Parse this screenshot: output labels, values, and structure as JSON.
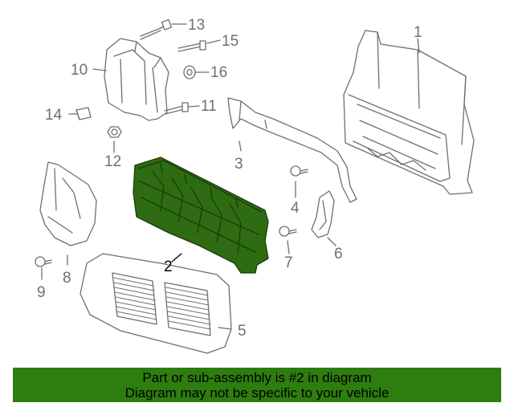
{
  "callouts": {
    "c1": "1",
    "c2": "2",
    "c3": "3",
    "c4": "4",
    "c5": "5",
    "c6": "6",
    "c7": "7",
    "c8": "8",
    "c9": "9",
    "c10": "10",
    "c11": "11",
    "c12": "12",
    "c13": "13",
    "c14": "14",
    "c15": "15",
    "c16": "16"
  },
  "banner": {
    "line1": "Part or sub-assembly is #2 in diagram",
    "line2": "Diagram may not be specific to your vehicle"
  },
  "colors": {
    "highlight_part": "#2e6b12",
    "banner_bg": "#2e7d0f",
    "line_art": "#6f6f6f"
  }
}
